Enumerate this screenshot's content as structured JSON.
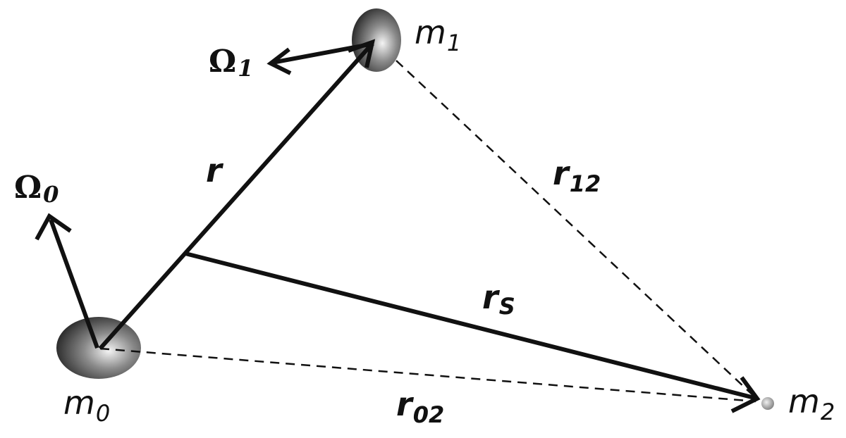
{
  "labels": {
    "omega0": {
      "symbol": "Ω",
      "sub": "0"
    },
    "omega1": {
      "symbol": "Ω",
      "sub": "1"
    },
    "m0": {
      "symbol": "m",
      "sub": "0"
    },
    "m1": {
      "symbol": "m",
      "sub": "1"
    },
    "m2": {
      "symbol": "m",
      "sub": "2"
    },
    "r": {
      "symbol": "r"
    },
    "r12": {
      "symbol": "r",
      "sub": "12"
    },
    "rS": {
      "symbol": "r",
      "sub": "S"
    },
    "r02": {
      "symbol": "r",
      "sub": "02"
    }
  },
  "colors": {
    "line": "#111111",
    "body_light": "#f2f2f2",
    "body_dark": "#2a2a2a"
  }
}
